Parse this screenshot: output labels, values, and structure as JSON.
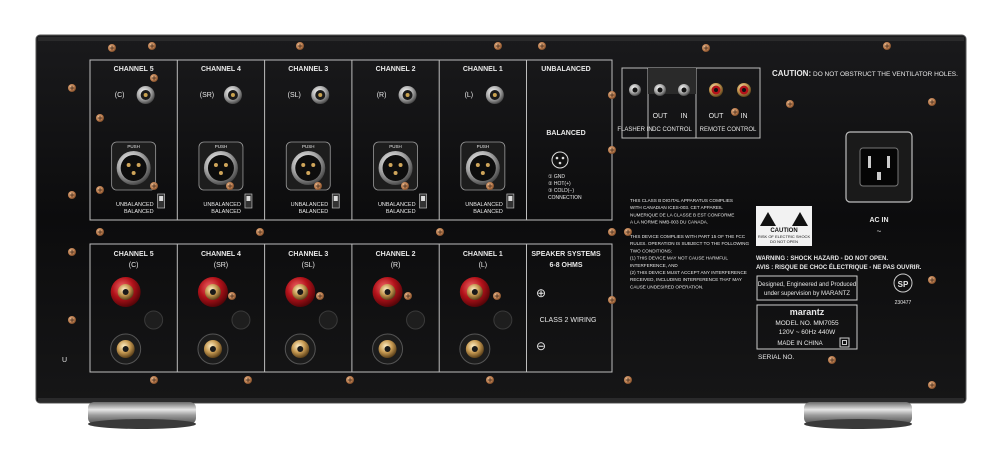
{
  "colors": {
    "chassis": "#0b0b0c",
    "panel_line": "#bdbdbd",
    "screw": "#c98a5a",
    "terminal_red": "#b3121a",
    "terminal_gold": "#cfa55a",
    "foot": "#9a9a9a"
  },
  "line_inputs": {
    "channels": [
      {
        "name": "CHANNEL 5",
        "sub": "(C)"
      },
      {
        "name": "CHANNEL 4",
        "sub": "(SR)"
      },
      {
        "name": "CHANNEL 3",
        "sub": "(SL)"
      },
      {
        "name": "CHANNEL 2",
        "sub": "(R)"
      },
      {
        "name": "CHANNEL 1",
        "sub": "(L)"
      }
    ],
    "push_label": "PUSH",
    "switch_unbalanced": "UNBALANCED",
    "switch_balanced": "BALANCED",
    "unbalanced_heading": "UNBALANCED",
    "balanced_heading": "BALANCED",
    "xlr_pinout": [
      "① GND",
      "② HOT(+)",
      "③ COLD(−)",
      "CONNECTION"
    ]
  },
  "speaker_outputs": {
    "channels": [
      {
        "name": "CHANNEL 5",
        "sub": "(C)"
      },
      {
        "name": "CHANNEL 4",
        "sub": "(SR)"
      },
      {
        "name": "CHANNEL 3",
        "sub": "(SL)"
      },
      {
        "name": "CHANNEL 2",
        "sub": "(R)"
      },
      {
        "name": "CHANNEL 1",
        "sub": "(L)"
      }
    ],
    "systems_label": "SPEAKER SYSTEMS",
    "ohms_label": "6-8 OHMS",
    "plus": "⊕",
    "minus": "⊖",
    "class2": "CLASS 2 WIRING"
  },
  "control": {
    "caution_bold": "CAUTION:",
    "caution_text": "DO NOT OBSTRUCT THE VENTILATOR HOLES.",
    "out": "OUT",
    "in": "IN",
    "flasher": "FLASHER IN",
    "dc_control": "DC CONTROL",
    "remote_control": "REMOTE CONTROL"
  },
  "compliance": {
    "fcc_lines": [
      "THIS CLASS B DIGITAL APPARATUS COMPLIES",
      "WITH CANADIAN ICES-003. CET APPAREIL",
      "NUMERIQUE DE LA CLASSE B EST CONFORME",
      "A LA NORME NMB-003 DU CANADA.",
      "",
      "THIS DEVICE COMPLIES WITH PART 15 OF THE FCC",
      "RULES. OPERATION IS SUBJECT TO THE FOLLOWING",
      "TWO CONDITIONS:",
      "(1) THIS DEVICE MAY NOT CAUSE HARMFUL",
      "INTERFERENCE, AND",
      "(2) THIS DEVICE MUST ACCEPT ANY INTERFERENCE",
      "RECEIVED, INCLUDING INTERFERENCE THAT MAY",
      "CAUSE UNDESIRED OPERATION."
    ],
    "caution_title": "CAUTION",
    "caution_sub1": "RISK OF ELECTRIC SHOCK",
    "caution_sub2": "DO NOT OPEN",
    "warning": "WARNING : SHOCK HAZARD - DO NOT OPEN.",
    "avis": "AVIS : RISQUE DE CHOC ÉLECTRIQUE - NE PAS OUVRIR.",
    "designed1": "Designed, Engineered and Produced",
    "designed2": "under supervision by MARANTZ",
    "brand": "marantz",
    "model": "MODEL NO.  MM7055",
    "rating": "120V ~ 60Hz  440W",
    "made_in": "MADE IN CHINA",
    "serial": "SERIAL NO.",
    "csa_num": "230477",
    "csa_mark": "SP",
    "ac_in": "AC IN",
    "left_mark": "U"
  }
}
